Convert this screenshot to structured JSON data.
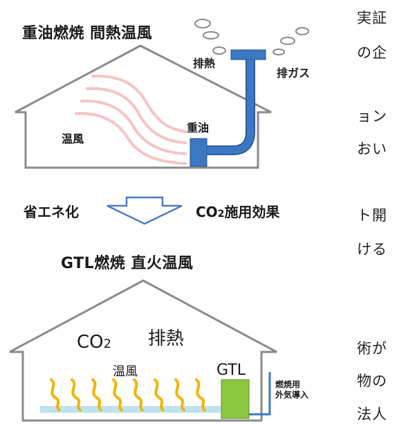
{
  "top_diagram": {
    "title": "重油燃焼 間熱温風",
    "exhaust_heat": "排熱",
    "exhaust_gas": "排ガス",
    "warm_air": "温風",
    "fuel": "重油"
  },
  "transition": {
    "left": "省エネ化",
    "right_prefix": "CO",
    "right_sub": "2",
    "right_suffix": "施用効果"
  },
  "bottom_diagram": {
    "title": "GTL燃焼 直火温風",
    "co2_main": "CO",
    "co2_sub": "2",
    "exhaust_heat": "排熱",
    "warm_air": "温風",
    "fuel": "GTL",
    "intake_line1": "燃焼用",
    "intake_line2": "外気導入"
  },
  "side_text": [
    "実証",
    "の企",
    "ョン",
    "おい",
    "ト開",
    "ける",
    "術が",
    "物の",
    "法人"
  ],
  "colors": {
    "house_stroke": "#8a8a8a",
    "pipe_blue": "#3c77c4",
    "warm_stripe": "#f6c3c3",
    "flame": "#f2b400",
    "gtl_green": "#8dc63f",
    "floor": "#bfe3ee"
  }
}
